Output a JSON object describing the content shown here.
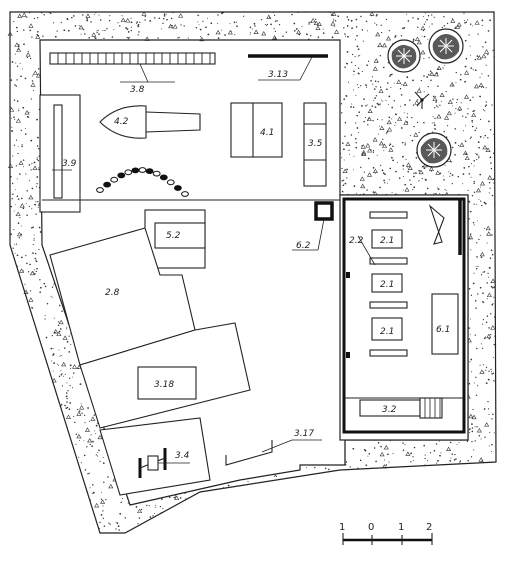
{
  "labels": {
    "l38": "3.8",
    "l313": "3.13",
    "l42": "4.2",
    "l41": "4.1",
    "l35": "3.5",
    "l39": "3.9",
    "l52": "5.2",
    "l62": "6.2",
    "l22": "2.2",
    "l21a": "2.1",
    "l21b": "2.1",
    "l21c": "2.1",
    "l28": "2.8",
    "l61": "6.1",
    "l318": "3.18",
    "l32": "3.2",
    "l317": "3.17",
    "l34": "3.4"
  },
  "scale": {
    "t1": "1",
    "t0": "0",
    "t1b": "1",
    "t2": "2"
  },
  "colors": {
    "ink": "#222222",
    "paper": "#ffffff"
  }
}
